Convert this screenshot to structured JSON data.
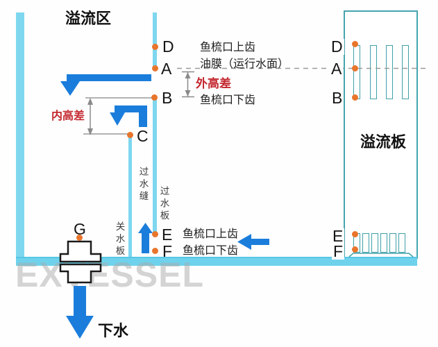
{
  "titles": {
    "overflow_zone": "溢流区",
    "overflow_plate": "溢流板",
    "drain": "下水"
  },
  "points": {
    "d": "D",
    "a": "A",
    "b": "B",
    "c": "C",
    "e": "E",
    "f": "F",
    "g": "G"
  },
  "annotations": {
    "comb_upper_teeth": "鱼梳口上齿",
    "oil_film": "油膜（运行水面）",
    "outer_height_diff": "外高差",
    "comb_lower_teeth": "鱼梳口下齿",
    "inner_height_diff": "内高差",
    "comb_upper_teeth_bottom": "鱼梳口上齿",
    "comb_lower_teeth_bottom": "鱼梳口下齿"
  },
  "plates": {
    "water_gap": "过水缝",
    "water_pass_plate": "过水板",
    "water_shutoff_plate": "关水板"
  },
  "watermark": "EXVESSEL",
  "colors": {
    "glass_cyan": "#7ed7ef",
    "flow_blue": "#1b7ddb",
    "level_dot_orange": "#e8752c",
    "dimension_red": "#c3272e",
    "panel_teal": "#3fa0a8",
    "guide_gray": "#999999"
  }
}
